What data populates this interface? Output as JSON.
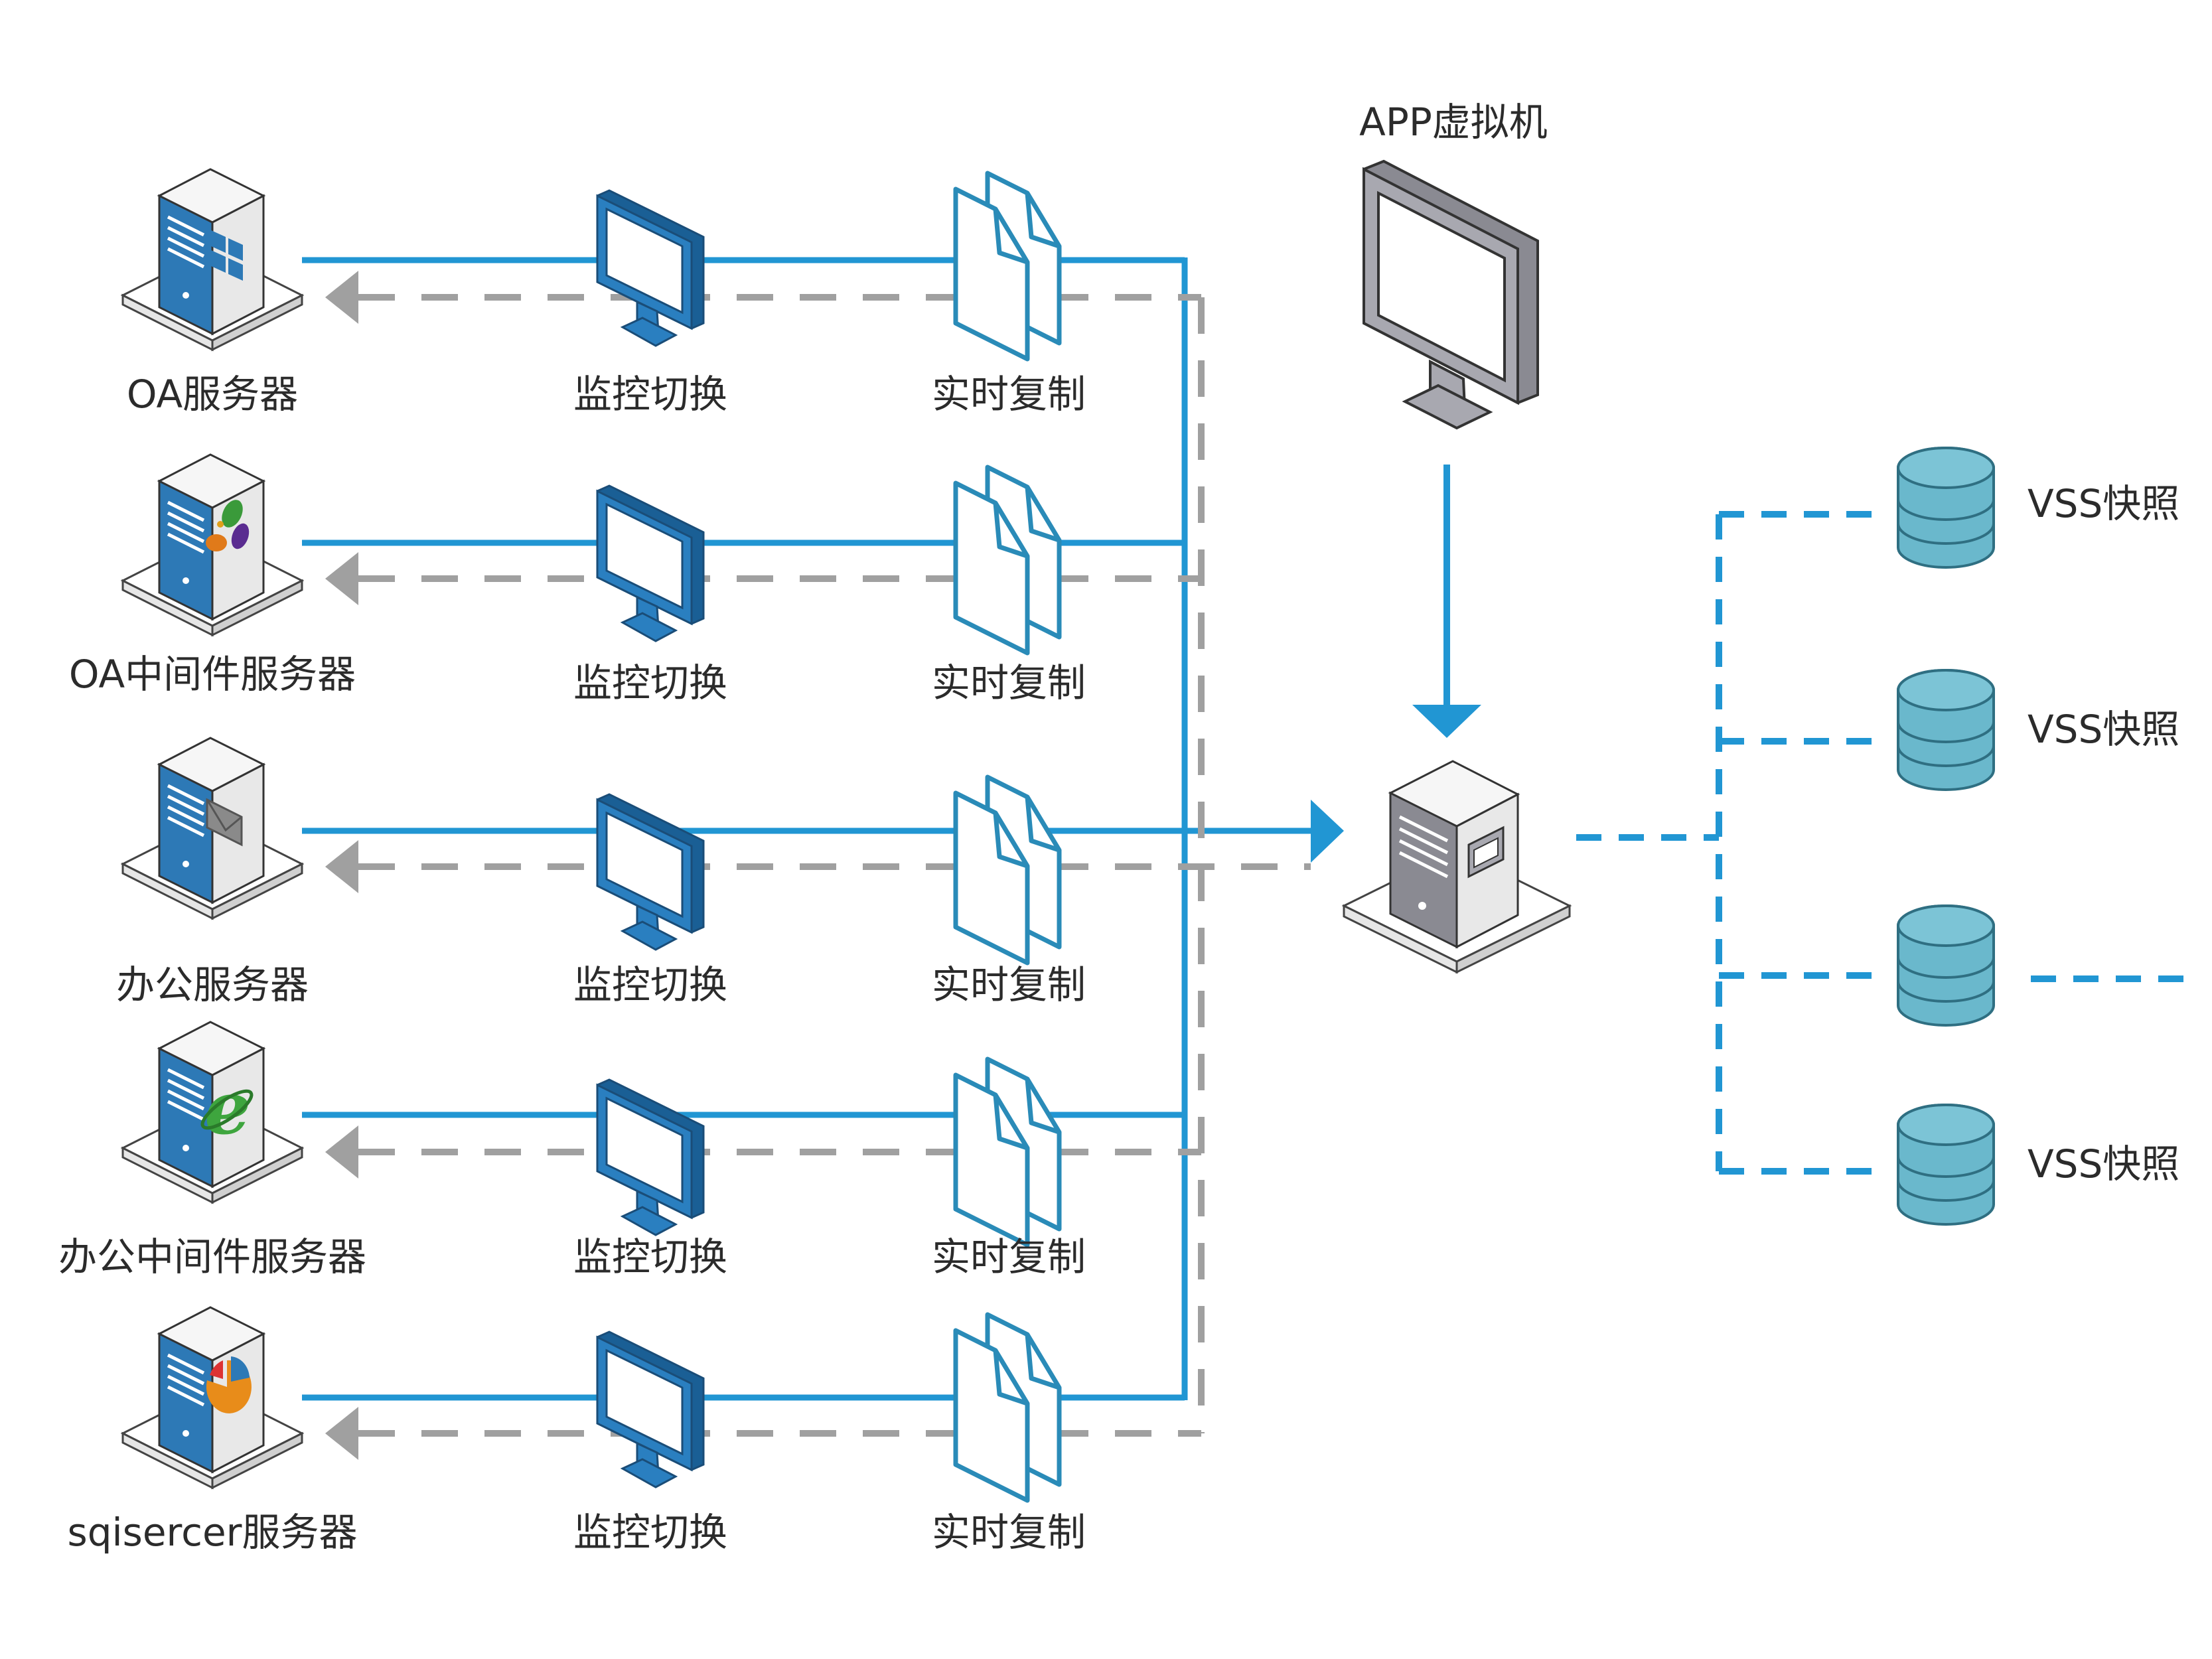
{
  "rows": [
    {
      "server_label": "OA服务器",
      "server_logo": "windows-logo-icon",
      "monitor_label": "监控切换",
      "replicate_label": "实时复制"
    },
    {
      "server_label": "OA中间件服务器",
      "server_logo": "leaf-logo-icon",
      "monitor_label": "监控切换",
      "replicate_label": "实时复制"
    },
    {
      "server_label": "办公服务器",
      "server_logo": "mail-logo-icon",
      "monitor_label": "监控切换",
      "replicate_label": "实时复制"
    },
    {
      "server_label": "办公中间件服务器",
      "server_logo": "ie-logo-icon",
      "monitor_label": "监控切换",
      "replicate_label": "实时复制"
    },
    {
      "server_label": "sqisercer服务器",
      "server_logo": "piechart-logo-icon",
      "monitor_label": "监控切换",
      "replicate_label": "实时复制"
    }
  ],
  "app_vm": {
    "label": "APP虚拟机",
    "icon": "monitor-icon"
  },
  "central_server": {
    "icon": "server-icon"
  },
  "snapshots": [
    {
      "label": "VSS快照"
    },
    {
      "label": "VSS快照"
    },
    {
      "label": ""
    },
    {
      "label": "VSS快照"
    }
  ],
  "colors": {
    "blue_line": "#2196d3",
    "gray_dash": "#a0a0a0",
    "db_fill": "#6ab8cc",
    "monitor_blue": "#2a7fc0",
    "server_front": "#2d79b6"
  }
}
